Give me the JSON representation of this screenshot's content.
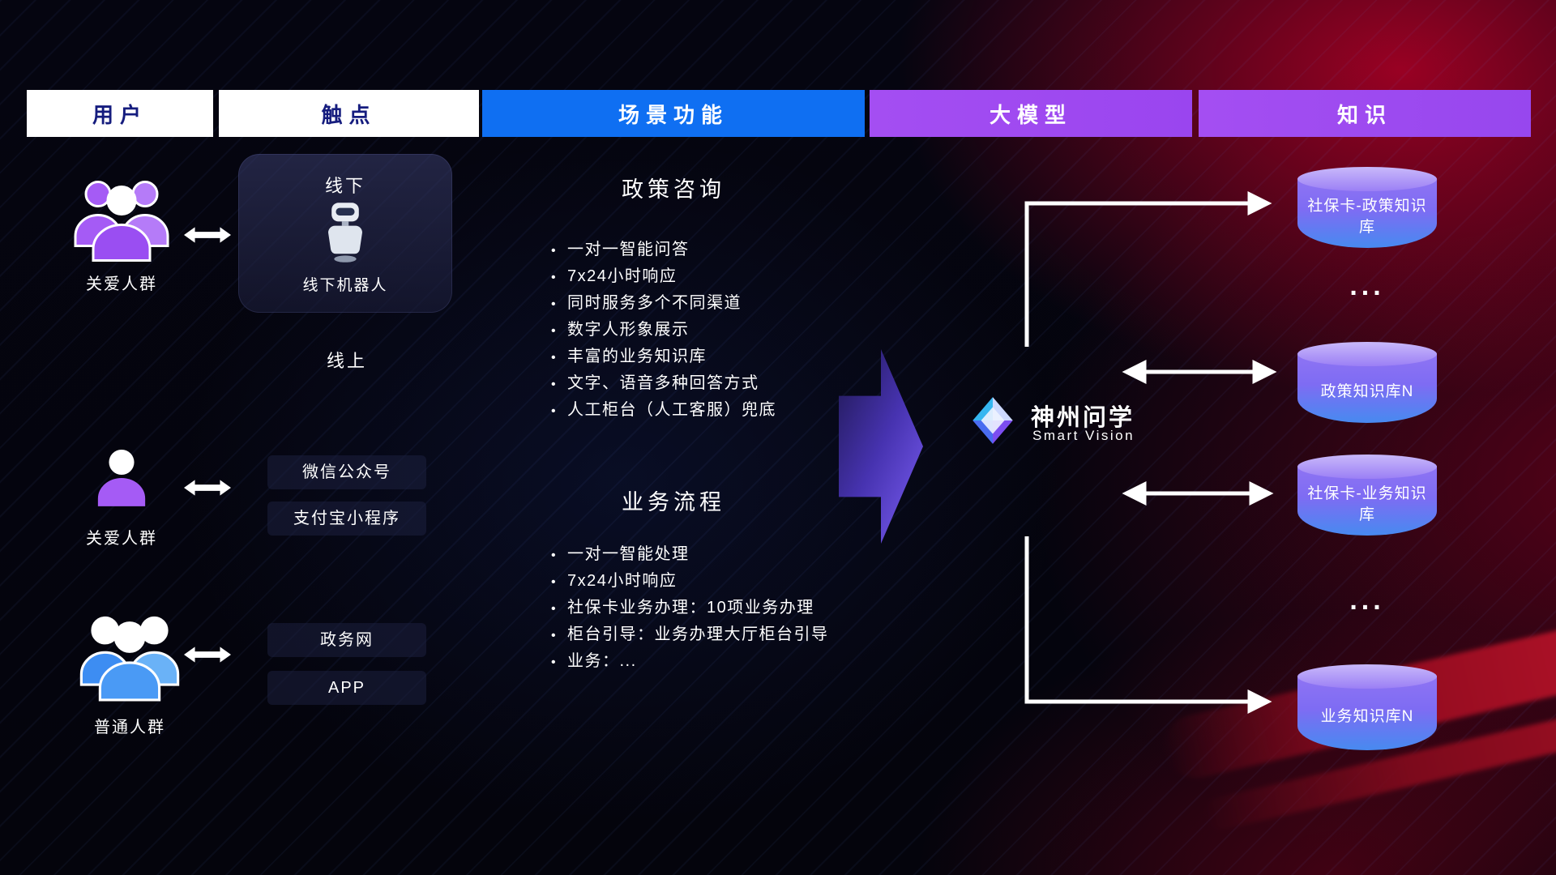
{
  "header": {
    "columns": [
      {
        "label": "用户"
      },
      {
        "label": "触点"
      },
      {
        "label": "场景功能"
      },
      {
        "label": "大模型"
      },
      {
        "label": "知识"
      }
    ]
  },
  "users": [
    {
      "label": "关爱人群",
      "icon": "people-group-purple-icon"
    },
    {
      "label": "关爱人群",
      "icon": "person-purple-icon"
    },
    {
      "label": "普通人群",
      "icon": "people-group-blue-icon"
    }
  ],
  "touchpoints": {
    "offline_card": {
      "title": "线下",
      "robot_label": "线下机器人",
      "icon": "robot-icon"
    },
    "online_label": "线上",
    "channels": [
      "微信公众号",
      "支付宝小程序",
      "政务网",
      "APP"
    ]
  },
  "scenes": [
    {
      "title": "政策咨询",
      "items": [
        "一对一智能问答",
        "7x24小时响应",
        "同时服务多个不同渠道",
        "数字人形象展示",
        "丰富的业务知识库",
        "文字、语音多种回答方式",
        "人工柜台（人工客服）兜底"
      ]
    },
    {
      "title": "业务流程",
      "items": [
        "一对一智能处理",
        "7x24小时响应",
        "社保卡业务办理：10项业务办理",
        "柜台引导：业务办理大厅柜台引导",
        "业务：..."
      ]
    }
  ],
  "model": {
    "name": "神州问学",
    "subtitle": "Smart Vision",
    "icon": "smart-vision-logo-icon"
  },
  "knowledge": {
    "databases": [
      "社保卡-政策知识库",
      "政策知识库N",
      "社保卡-业务知识库",
      "业务知识库N"
    ],
    "ellipsis": "..."
  },
  "colors": {
    "header_blue": "#0f6ff2",
    "header_purple": "#a04df1",
    "cylinder_purple": "#8f74f3",
    "cylinder_blue": "#478af0",
    "user_purple": "#a55bf5",
    "user_blue": "#4a9af5",
    "flow_arrow_purple": "#5a3fd8",
    "connector_white": "#ffffff"
  }
}
